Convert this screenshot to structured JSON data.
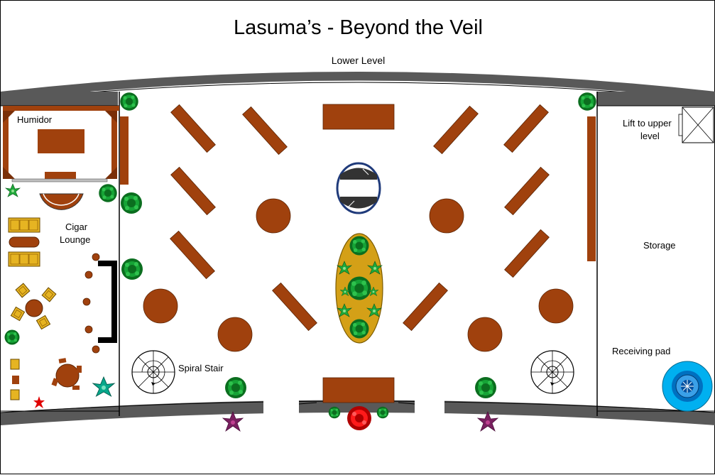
{
  "header": {
    "title": "Lasuma’s - Beyond the Veil",
    "subtitle": "Lower Level"
  },
  "labels": {
    "humidor": "Humidor",
    "cigar_lounge_line1": "Cigar",
    "cigar_lounge_line2": "Lounge",
    "spiral_stair": "Spiral Stair",
    "lift_line1": "Lift to upper",
    "lift_line2": "level",
    "storage": "Storage",
    "receiving_pad": "Receiving pad"
  },
  "colors": {
    "furniture": "#a0410d",
    "planter": "#d4a017",
    "wall_gray": "#595959",
    "receiving_pad_outer": "#00b0f0",
    "receiving_pad_inner": "#0070c0",
    "plant_green": "#00b050",
    "plant_red": "#ff0000",
    "plant_purple": "#a0306f",
    "plant_lime": "#92d050",
    "chair_yellow": "#e6b422"
  }
}
